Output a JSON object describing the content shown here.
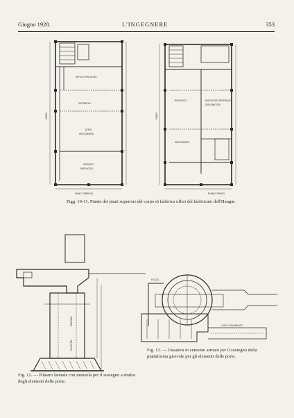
{
  "header": {
    "left": "Giugno 1928.",
    "center": "L'INGEGNERE",
    "right": "353"
  },
  "plan_left": {
    "rooms": [
      "UFFICIO POLIGONO",
      "VESTIBOLO",
      "ATRIO",
      "ANTICAMERA",
      "SERVIZIO",
      "PAESAGGIO"
    ],
    "side_label": "MURO",
    "bottom_label": "PIANO TERRENO"
  },
  "plan_right": {
    "rooms": [
      "RISERVATO",
      "ANTICAMERA",
      "PASSAGGIO MATERIALE",
      "DISEGNATORI"
    ],
    "side_label": "MURO",
    "bottom_label": "PIANO PRIMO"
  },
  "fig12": {
    "labels": [
      "PUNTALE",
      "PILASTRO"
    ]
  },
  "fig13": {
    "labels": [
      "FACCIA",
      "LIVELLO PAVIMENTO"
    ]
  },
  "captions": {
    "cap1": "Figg. 10-11. Piante dei piani superiori del corpo di fabbrica uffici del fabbricato dell'Hangar.",
    "cap2": "Fig. 12. — Pilastro laterale con mensola per il sostegno a sbalzo degli elementi delle porte.",
    "cap3": "Fig. 13. — Ossatura in cemento armato per il sostegno della piattaforma girevole per gli elementi delle porte."
  },
  "colors": {
    "ink": "#2b2b2b",
    "paper": "#f3f1ea"
  }
}
